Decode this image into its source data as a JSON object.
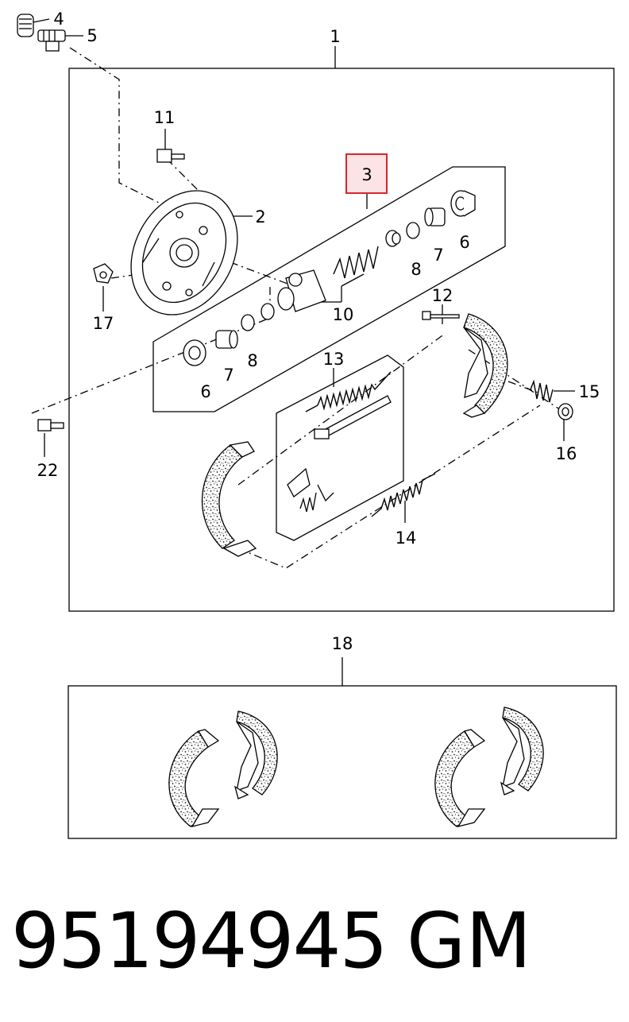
{
  "callouts": {
    "c1": "1",
    "c2": "2",
    "c3": "3",
    "c4": "4",
    "c5": "5",
    "c6a": "6",
    "c6b": "6",
    "c7a": "7",
    "c7b": "7",
    "c8a": "8",
    "c8b": "8",
    "c10": "10",
    "c11": "11",
    "c12": "12",
    "c13": "13",
    "c14": "14",
    "c15": "15",
    "c16": "16",
    "c17": "17",
    "c18": "18",
    "c22": "22"
  },
  "highlight": {
    "label": "3",
    "fill": "#fbe3e6",
    "stroke": "#d9262c"
  },
  "footer": {
    "part_number": "95194945",
    "brand": "GM"
  }
}
